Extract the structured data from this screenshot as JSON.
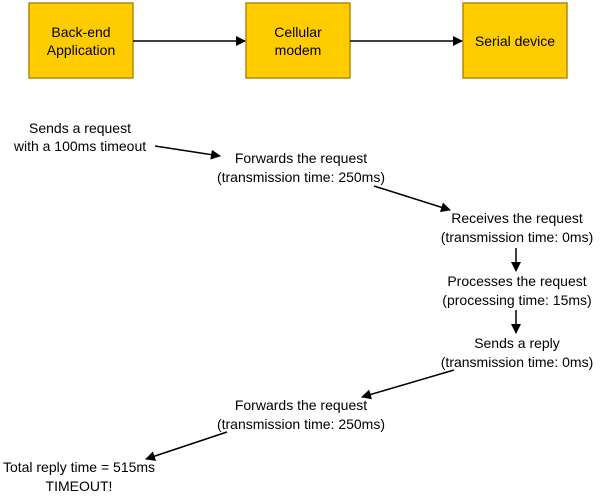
{
  "colors": {
    "box_fill": "#ffcc00",
    "box_stroke": "#b8860b",
    "line": "#000000"
  },
  "boxes": [
    {
      "id": "backend",
      "lines": [
        "Back-end",
        "Application"
      ]
    },
    {
      "id": "modem",
      "lines": [
        "Cellular",
        "modem"
      ]
    },
    {
      "id": "serial",
      "lines": [
        "Serial device"
      ]
    }
  ],
  "steps": [
    {
      "id": "send-request",
      "lines": [
        "Sends a request",
        "with a 100ms timeout"
      ]
    },
    {
      "id": "forward-request-1",
      "lines": [
        "Forwards the request",
        "(transmission time: 250ms)"
      ]
    },
    {
      "id": "receive-request",
      "lines": [
        "Receives the request",
        "(transmission time: 0ms)"
      ]
    },
    {
      "id": "process-request",
      "lines": [
        "Processes the request",
        "(processing time: 15ms)"
      ]
    },
    {
      "id": "send-reply",
      "lines": [
        "Sends a reply",
        "(transmission time: 0ms)"
      ]
    },
    {
      "id": "forward-request-2",
      "lines": [
        "Forwards the request",
        "(transmission time: 250ms)"
      ]
    },
    {
      "id": "total",
      "lines": [
        "Total reply time = 515ms",
        "TIMEOUT!"
      ]
    }
  ]
}
